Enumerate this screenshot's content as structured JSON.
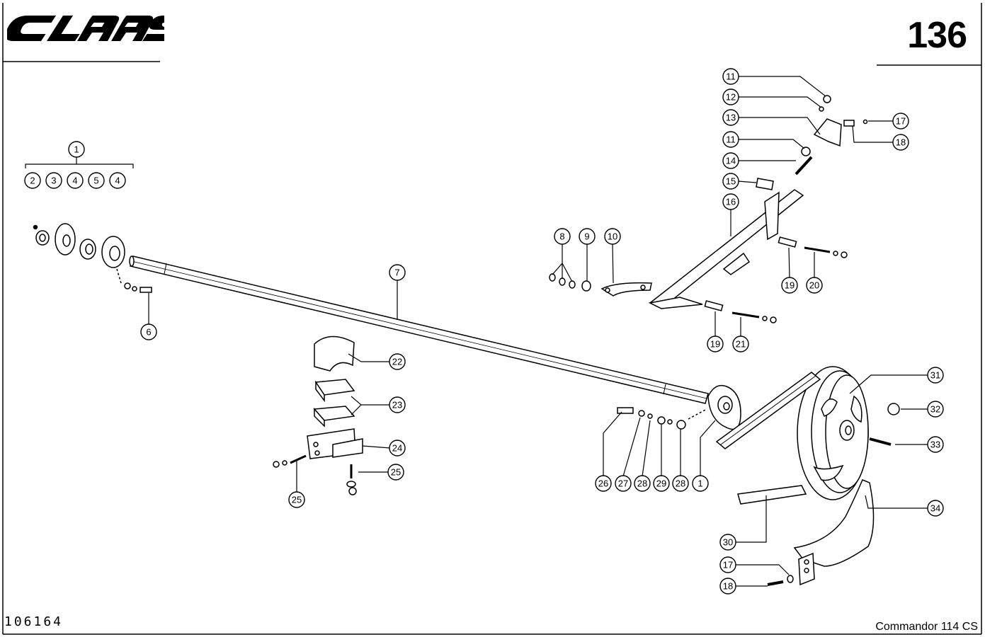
{
  "header": {
    "brand": "CLAAS",
    "page_number": "136"
  },
  "footer": {
    "drawing_number": "106164",
    "model": "Commandor 114 CS"
  },
  "callouts": [
    {
      "id": "c1a",
      "label": "1"
    },
    {
      "id": "c2",
      "label": "2"
    },
    {
      "id": "c3",
      "label": "3"
    },
    {
      "id": "c4a",
      "label": "4"
    },
    {
      "id": "c5",
      "label": "5"
    },
    {
      "id": "c4b",
      "label": "4"
    },
    {
      "id": "c6",
      "label": "6"
    },
    {
      "id": "c7",
      "label": "7"
    },
    {
      "id": "c8",
      "label": "8"
    },
    {
      "id": "c9",
      "label": "9"
    },
    {
      "id": "c10",
      "label": "10"
    },
    {
      "id": "c11a",
      "label": "11"
    },
    {
      "id": "c12",
      "label": "12"
    },
    {
      "id": "c13",
      "label": "13"
    },
    {
      "id": "c11b",
      "label": "11"
    },
    {
      "id": "c14",
      "label": "14"
    },
    {
      "id": "c15",
      "label": "15"
    },
    {
      "id": "c16",
      "label": "16"
    },
    {
      "id": "c17a",
      "label": "17"
    },
    {
      "id": "c18a",
      "label": "18"
    },
    {
      "id": "c19a",
      "label": "19"
    },
    {
      "id": "c20",
      "label": "20"
    },
    {
      "id": "c19b",
      "label": "19"
    },
    {
      "id": "c21",
      "label": "21"
    },
    {
      "id": "c22",
      "label": "22"
    },
    {
      "id": "c23",
      "label": "23"
    },
    {
      "id": "c24",
      "label": "24"
    },
    {
      "id": "c25a",
      "label": "25"
    },
    {
      "id": "c25b",
      "label": "25"
    },
    {
      "id": "c26",
      "label": "26"
    },
    {
      "id": "c27",
      "label": "27"
    },
    {
      "id": "c28a",
      "label": "28"
    },
    {
      "id": "c29",
      "label": "29"
    },
    {
      "id": "c28b",
      "label": "28"
    },
    {
      "id": "c1b",
      "label": "1"
    },
    {
      "id": "c31",
      "label": "31"
    },
    {
      "id": "c32",
      "label": "32"
    },
    {
      "id": "c33",
      "label": "33"
    },
    {
      "id": "c34",
      "label": "34"
    },
    {
      "id": "c30",
      "label": "30"
    },
    {
      "id": "c17b",
      "label": "17"
    },
    {
      "id": "c18b",
      "label": "18"
    }
  ]
}
